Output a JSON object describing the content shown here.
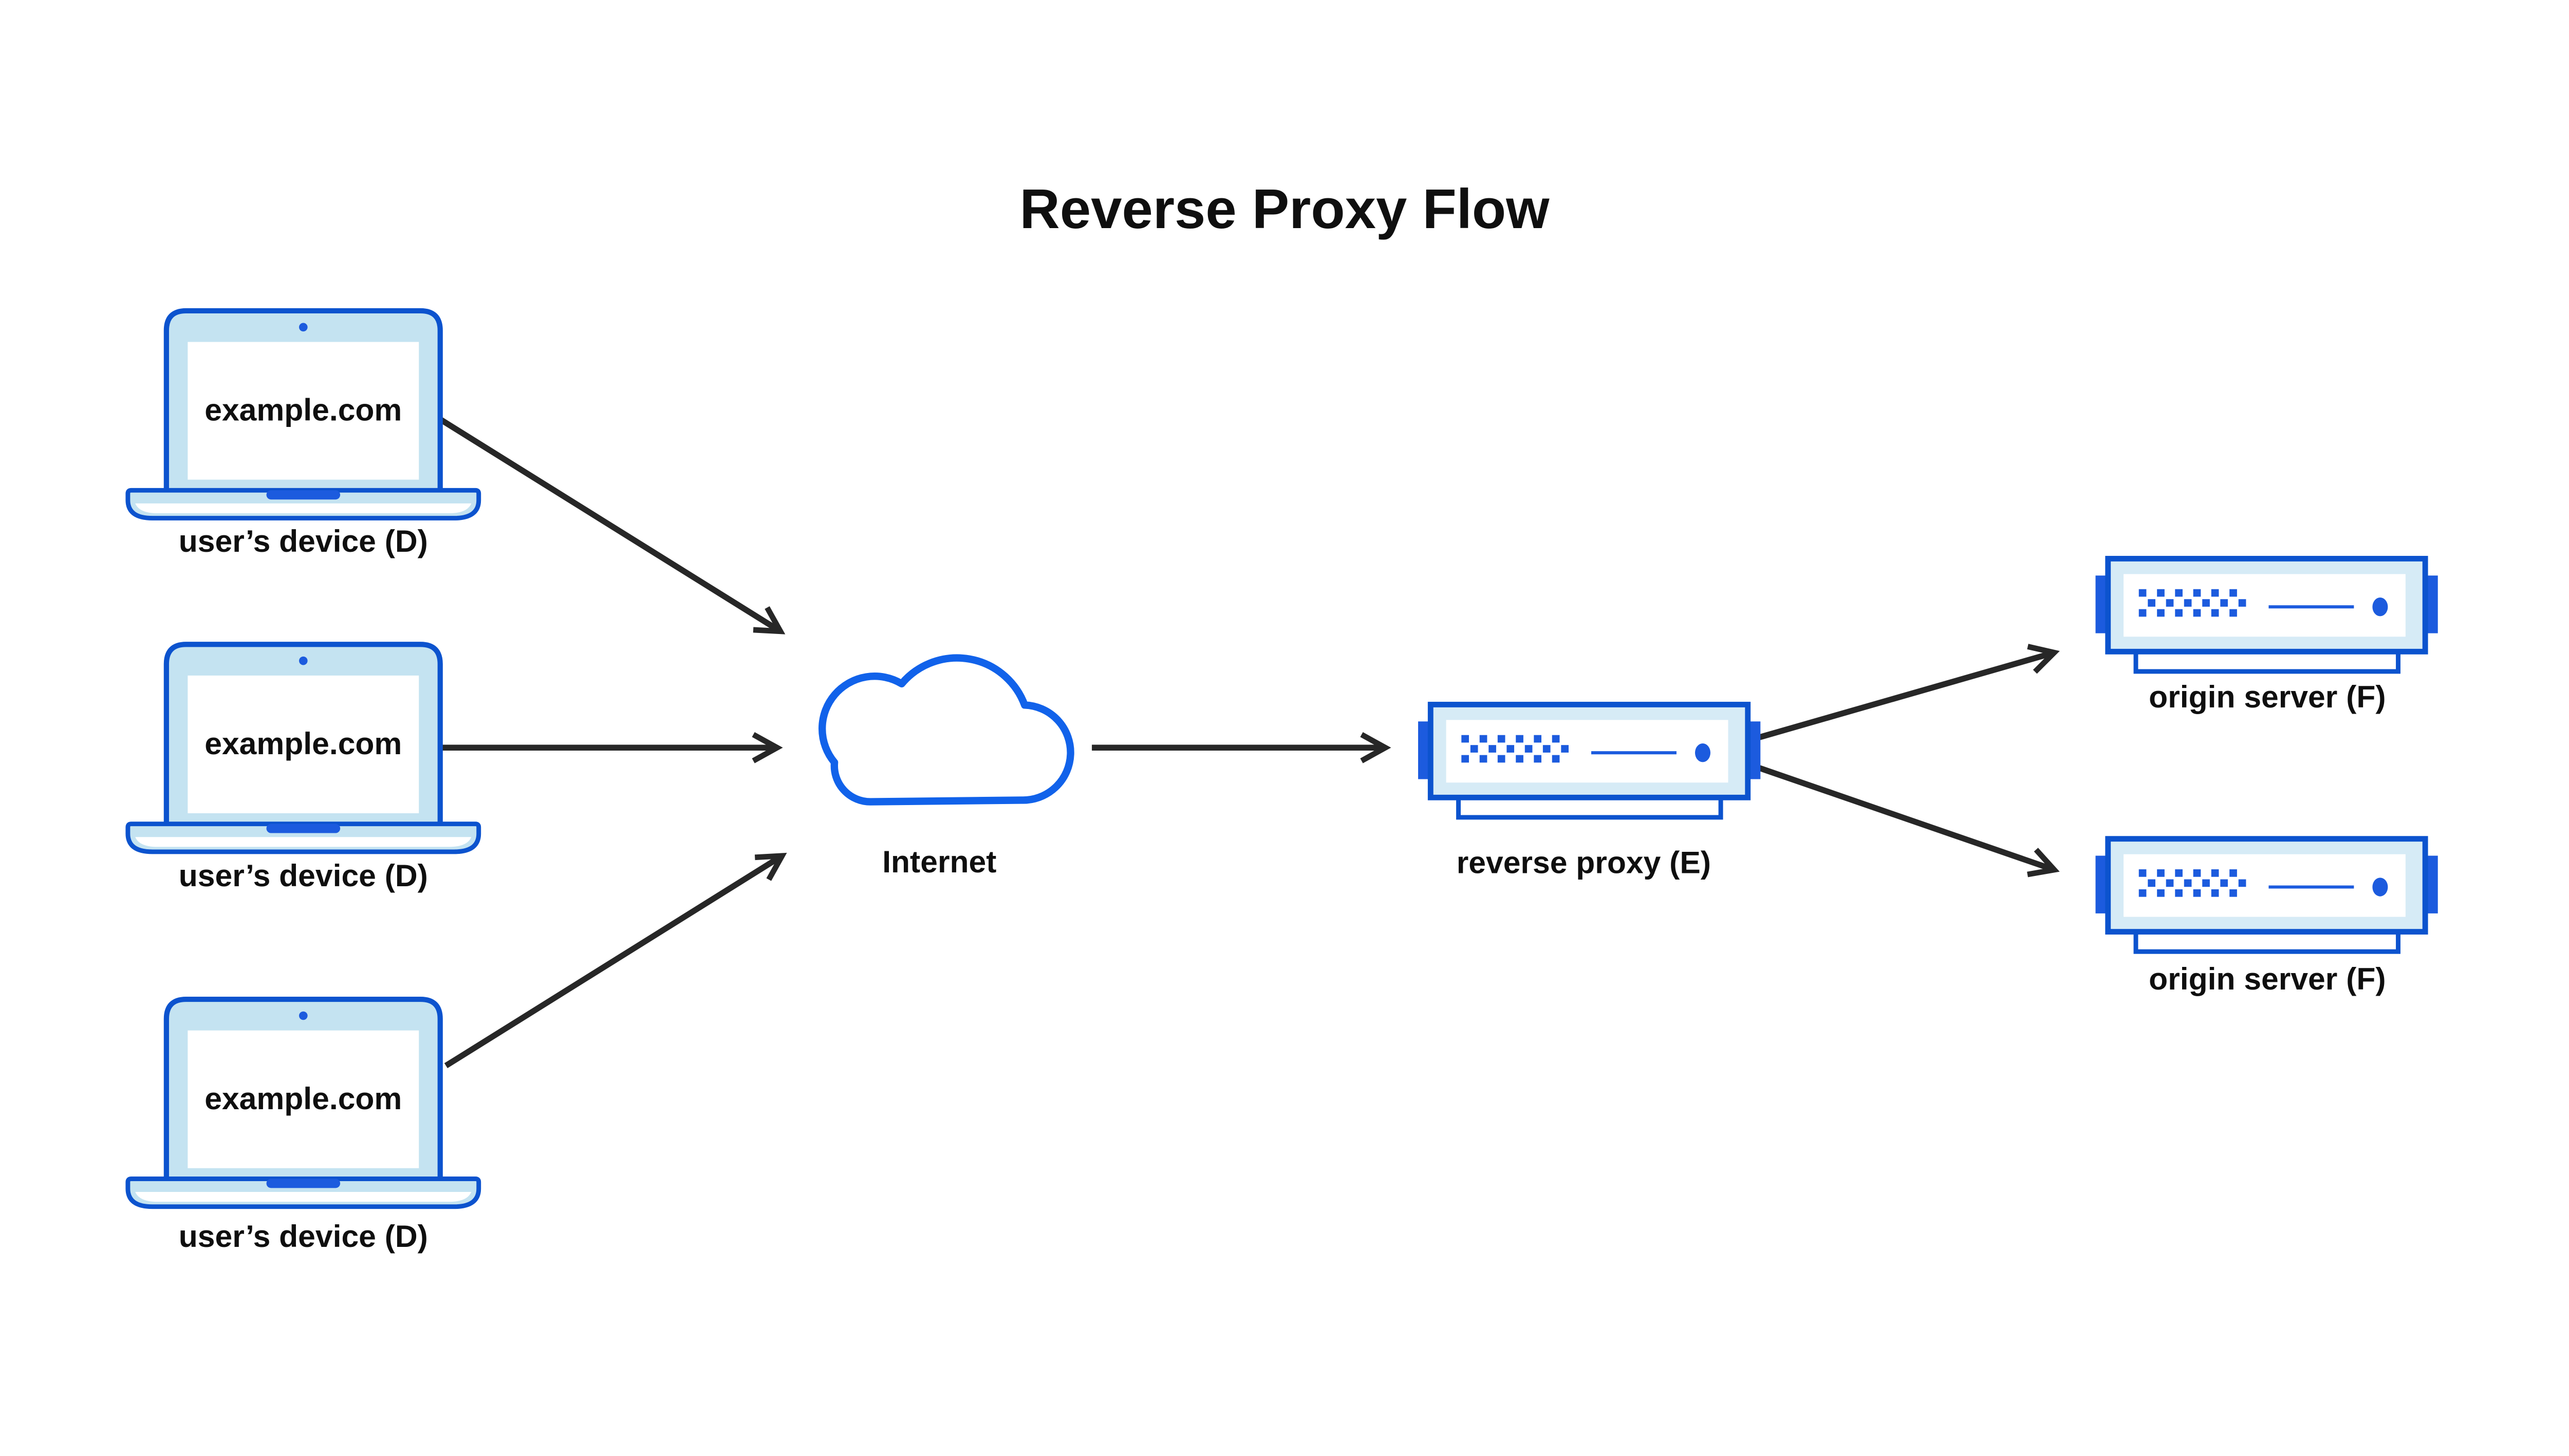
{
  "title": "Reverse Proxy Flow",
  "colors": {
    "bg": "#ffffff",
    "ink": "#0f0f0f",
    "arrow": "#272727",
    "blue_border": "#0c53ce",
    "blue_detail": "#1c5bde",
    "blue_cloud": "#1162ea",
    "bezel_laptop": "#c4e3f1",
    "bezel_server": "#d6ebf6"
  },
  "nodes": {
    "device1": {
      "icon": "laptop-icon",
      "screen_text": "example.com",
      "label": "user’s device (D)"
    },
    "device2": {
      "icon": "laptop-icon",
      "screen_text": "example.com",
      "label": "user’s device (D)"
    },
    "device3": {
      "icon": "laptop-icon",
      "screen_text": "example.com",
      "label": "user’s device (D)"
    },
    "internet": {
      "icon": "cloud-icon",
      "label": "Internet"
    },
    "reverse_proxy": {
      "icon": "server-icon",
      "label": "reverse proxy (E)"
    },
    "origin_server_1": {
      "icon": "server-icon",
      "label": "origin server (F)"
    },
    "origin_server_2": {
      "icon": "server-icon",
      "label": "origin server (F)"
    }
  },
  "edges": [
    {
      "from": "device1",
      "to": "internet"
    },
    {
      "from": "device2",
      "to": "internet"
    },
    {
      "from": "device3",
      "to": "internet"
    },
    {
      "from": "internet",
      "to": "reverse_proxy"
    },
    {
      "from": "reverse_proxy",
      "to": "origin_server_1"
    },
    {
      "from": "reverse_proxy",
      "to": "origin_server_2"
    }
  ]
}
